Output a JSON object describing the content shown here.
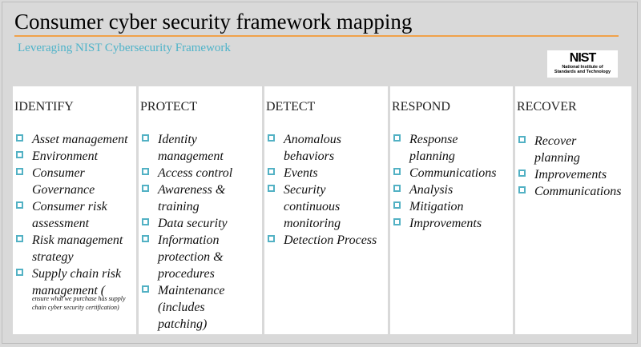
{
  "title": "Consumer cyber security framework mapping",
  "subtitle": "Leveraging NIST Cybersecurity Framework",
  "logo": {
    "main": "NIST",
    "line1": "National Institute of",
    "line2": "Standards and Technology"
  },
  "colors": {
    "accent_rule": "#f0a24a",
    "subtitle": "#4eb3c9",
    "bullet": "#52b1c4"
  },
  "columns": [
    {
      "heading": "IDENTIFY",
      "items": [
        [
          "Asset management"
        ],
        [
          "Environment"
        ],
        [
          "Consumer",
          "Governance"
        ],
        [
          "Consumer risk",
          "assessment"
        ],
        [
          "Risk management",
          "strategy"
        ],
        [
          "Supply chain risk",
          "management ("
        ]
      ],
      "note": "ensure what we purchase has supply chain cyber security certification)"
    },
    {
      "heading": "PROTECT",
      "items": [
        [
          "Identity",
          "management"
        ],
        [
          "Access control"
        ],
        [
          "Awareness &",
          "training"
        ],
        [
          "Data security"
        ],
        [
          "Information",
          "protection &",
          "procedures"
        ],
        [
          "Maintenance",
          "(includes",
          "patching)"
        ]
      ]
    },
    {
      "heading": "DETECT",
      "items": [
        [
          "Anomalous",
          "behaviors"
        ],
        [
          "Events"
        ],
        [
          "Security",
          "continuous",
          "monitoring"
        ],
        [
          "Detection Process"
        ]
      ]
    },
    {
      "heading": "RESPOND",
      "items": [
        [
          "Response",
          "planning"
        ],
        [
          "Communications"
        ],
        [
          "Analysis"
        ],
        [
          "Mitigation"
        ],
        [
          "Improvements"
        ]
      ]
    },
    {
      "heading": "RECOVER",
      "items": [
        [
          "Recover",
          "planning"
        ],
        [
          "Improvements"
        ],
        [
          "Communications"
        ]
      ]
    }
  ]
}
